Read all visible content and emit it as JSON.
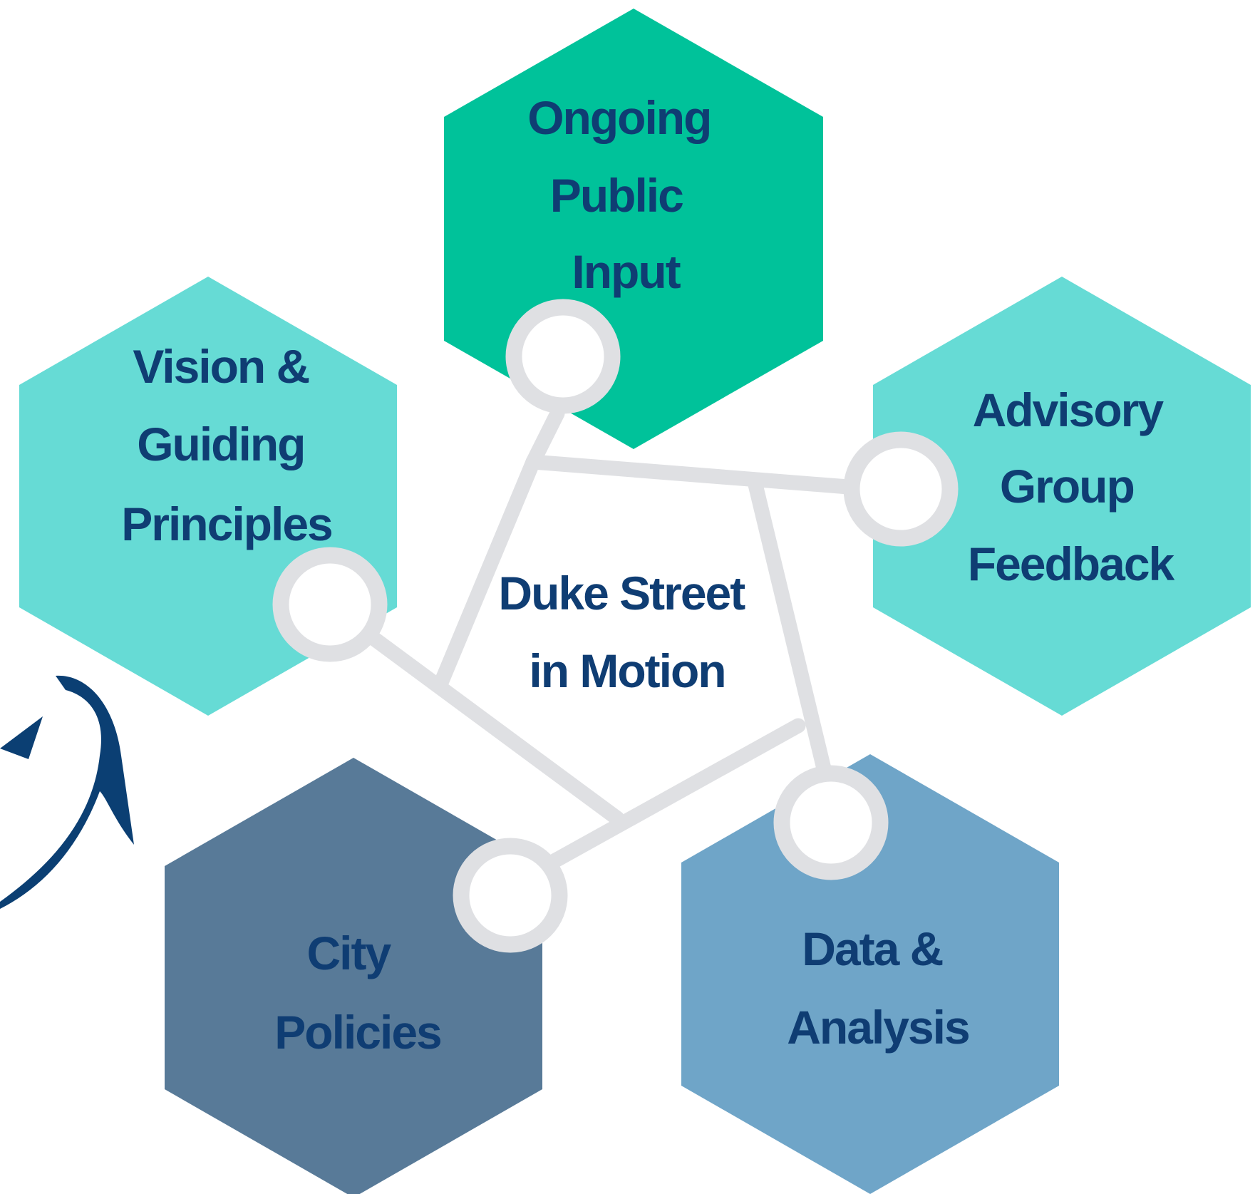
{
  "center": {
    "lines": [
      "Duke Street",
      "in Motion"
    ]
  },
  "hexagons": [
    {
      "id": "ongoing-public-input",
      "lines": [
        "Ongoing",
        "Public",
        "Input"
      ],
      "color": "#00c29a"
    },
    {
      "id": "advisory-group-feedback",
      "lines": [
        "Advisory",
        "Group",
        "Feedback"
      ],
      "color": "#66dbd5"
    },
    {
      "id": "vision-guiding-principles",
      "lines": [
        "Vision &",
        "Guiding",
        "Principles"
      ],
      "color": "#66dbd5"
    },
    {
      "id": "city-policies",
      "lines": [
        "City",
        "Policies"
      ],
      "color": "#587a98"
    },
    {
      "id": "data-analysis",
      "lines": [
        "Data &",
        "Analysis"
      ],
      "color": "#6fa5c8"
    }
  ],
  "colors": {
    "text": "#0f3d73",
    "connector": "#dfe0e3",
    "arrow": "#0b3f73",
    "background": "#ffffff"
  },
  "icons": {
    "arrow": "curved-arrow-icon",
    "node": "circle-node-icon"
  }
}
